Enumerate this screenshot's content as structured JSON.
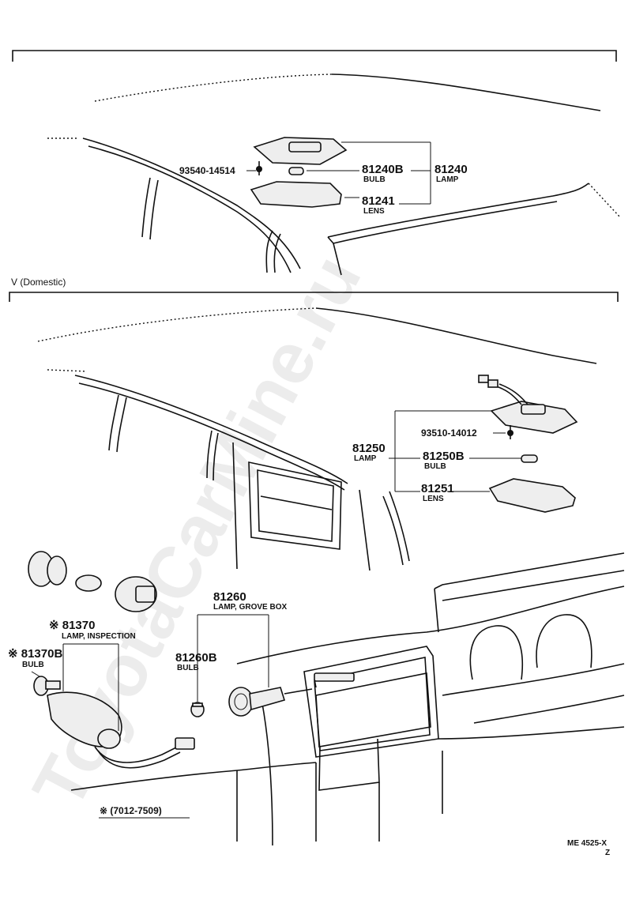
{
  "watermark": "ToyotaCarMine.ru",
  "top_section": {
    "parts": [
      {
        "number": "93540-14514",
        "desc": ""
      },
      {
        "number": "81240B",
        "desc": "BULB"
      },
      {
        "number": "81240",
        "desc": "LAMP"
      },
      {
        "number": "81241",
        "desc": "LENS"
      }
    ]
  },
  "lower_section": {
    "title": "V (Domestic)",
    "parts": [
      {
        "number": "93510-14012",
        "desc": ""
      },
      {
        "number": "81250",
        "desc": "LAMP"
      },
      {
        "number": "81250B",
        "desc": "BULB"
      },
      {
        "number": "81251",
        "desc": "LENS"
      },
      {
        "number": "81260",
        "desc": "LAMP, GROVE BOX"
      },
      {
        "number": "81260B",
        "desc": "BULB"
      },
      {
        "number": "※ 81370",
        "desc": "LAMP, INSPECTION"
      },
      {
        "number": "※ 81370B",
        "desc": "BULB"
      }
    ],
    "footnote": "※ (7012-7509)"
  },
  "drawing_code": {
    "line1": "ME 4525-X",
    "line2": "Z"
  }
}
